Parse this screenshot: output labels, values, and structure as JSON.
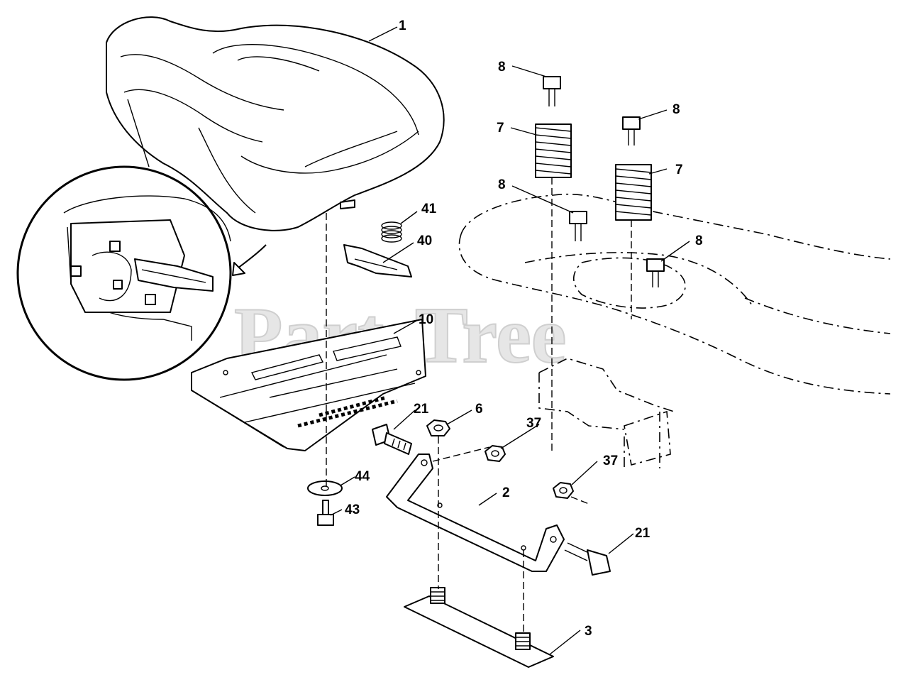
{
  "watermark": "PartsTree",
  "callouts": [
    {
      "id": "seat",
      "label": "1"
    },
    {
      "id": "bolt-top-a",
      "label": "8"
    },
    {
      "id": "bolt-top-b",
      "label": "8"
    },
    {
      "id": "spring-a",
      "label": "7"
    },
    {
      "id": "spring-b",
      "label": "7"
    },
    {
      "id": "bolt-mid-a",
      "label": "8"
    },
    {
      "id": "bolt-mid-b",
      "label": "8"
    },
    {
      "id": "small-spring",
      "label": "41"
    },
    {
      "id": "latch",
      "label": "40"
    },
    {
      "id": "seat-pan",
      "label": "10"
    },
    {
      "id": "nut",
      "label": "6"
    },
    {
      "id": "shoulder-bolt-left",
      "label": "21"
    },
    {
      "id": "locknut-upper",
      "label": "37"
    },
    {
      "id": "locknut-lower",
      "label": "37"
    },
    {
      "id": "washer",
      "label": "44"
    },
    {
      "id": "screw",
      "label": "43"
    },
    {
      "id": "bracket",
      "label": "2"
    },
    {
      "id": "shoulder-bolt-right",
      "label": "21"
    },
    {
      "id": "base-plate",
      "label": "3"
    }
  ]
}
